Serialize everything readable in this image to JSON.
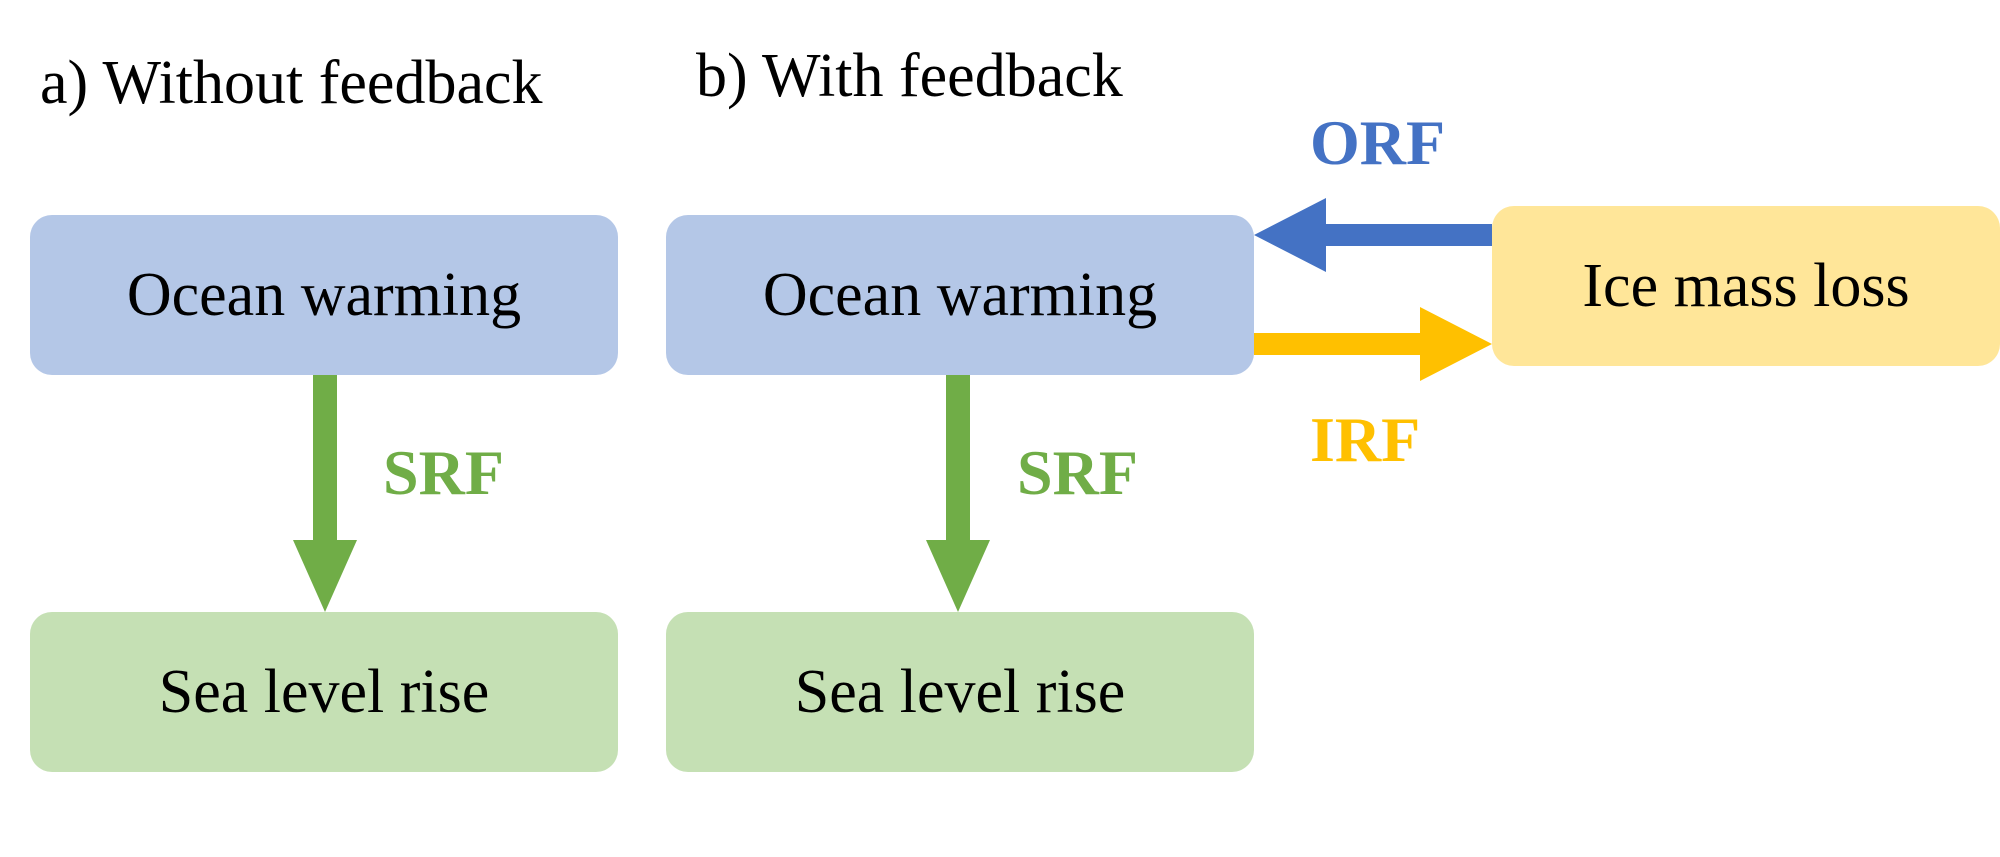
{
  "panels": {
    "a": {
      "title": "a) Without feedback",
      "ocean_box": "Ocean warming",
      "sea_box": "Sea level rise",
      "srf_label": "SRF"
    },
    "b": {
      "title": "b) With feedback",
      "ocean_box": "Ocean warming",
      "sea_box": "Sea level rise",
      "ice_box": "Ice mass loss",
      "srf_label": "SRF",
      "orf_label": "ORF",
      "irf_label": "IRF"
    }
  },
  "colors": {
    "ocean_box": "#b4c7e7",
    "sea_box": "#c5e0b4",
    "ice_box": "#ffe699",
    "srf": "#70ad47",
    "orf": "#4472c4",
    "irf": "#ffc000"
  }
}
